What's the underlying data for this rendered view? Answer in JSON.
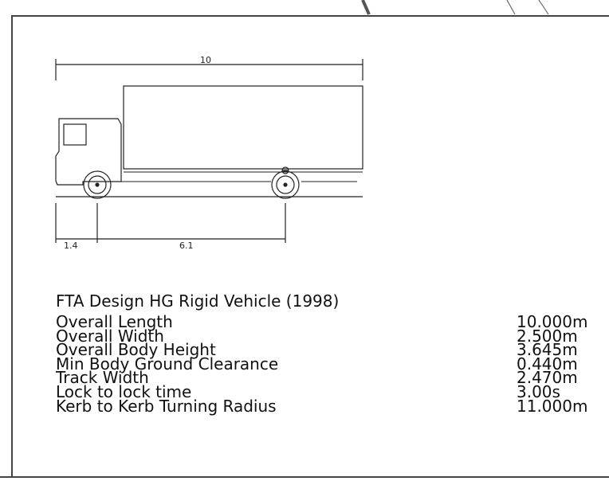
{
  "diagram": {
    "dimensions": {
      "overall_length": "10",
      "front_overhang": "1.4",
      "wheelbase": "6.1"
    }
  },
  "specs": {
    "title": "FTA Design HG Rigid Vehicle (1998)",
    "rows": [
      {
        "label": "Overall Length",
        "value": "10.000m"
      },
      {
        "label": "Overall Width",
        "value": "2.500m"
      },
      {
        "label": "Overall Body Height",
        "value": "3.645m"
      },
      {
        "label": "Min Body Ground Clearance",
        "value": "0.440m"
      },
      {
        "label": "Track Width",
        "value": "2.470m"
      },
      {
        "label": "Lock to lock time",
        "value": "3.00s"
      },
      {
        "label": "Kerb to Kerb Turning Radius",
        "value": "11.000m"
      }
    ]
  }
}
